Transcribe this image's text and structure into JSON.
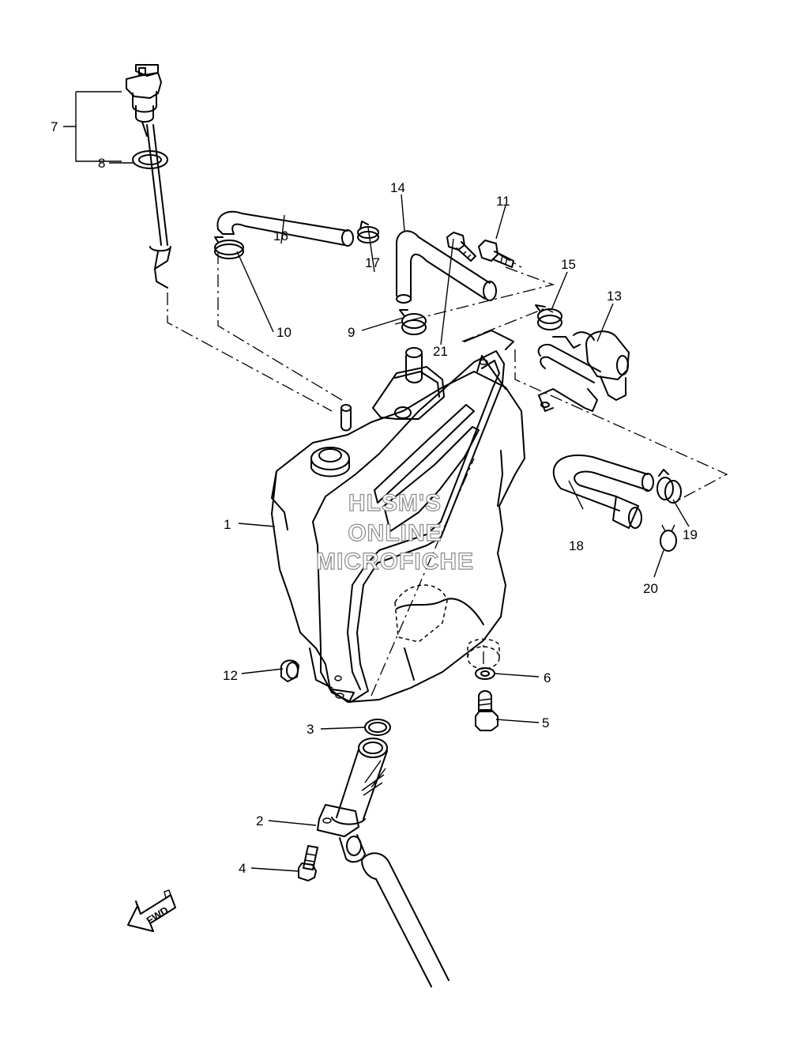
{
  "diagram": {
    "callouts": [
      "1",
      "2",
      "3",
      "4",
      "5",
      "6",
      "7",
      "8",
      "9",
      "10",
      "11",
      "12",
      "13",
      "14",
      "15",
      "16",
      "17",
      "18",
      "19",
      "20",
      "21"
    ],
    "watermark": [
      "HLSM'S",
      "ONLINE",
      "MICROFICHE"
    ],
    "direction_label": "FWD",
    "colors": {
      "line": "#000000",
      "background": "#ffffff",
      "watermark_outline": "#8a8a8a"
    }
  }
}
